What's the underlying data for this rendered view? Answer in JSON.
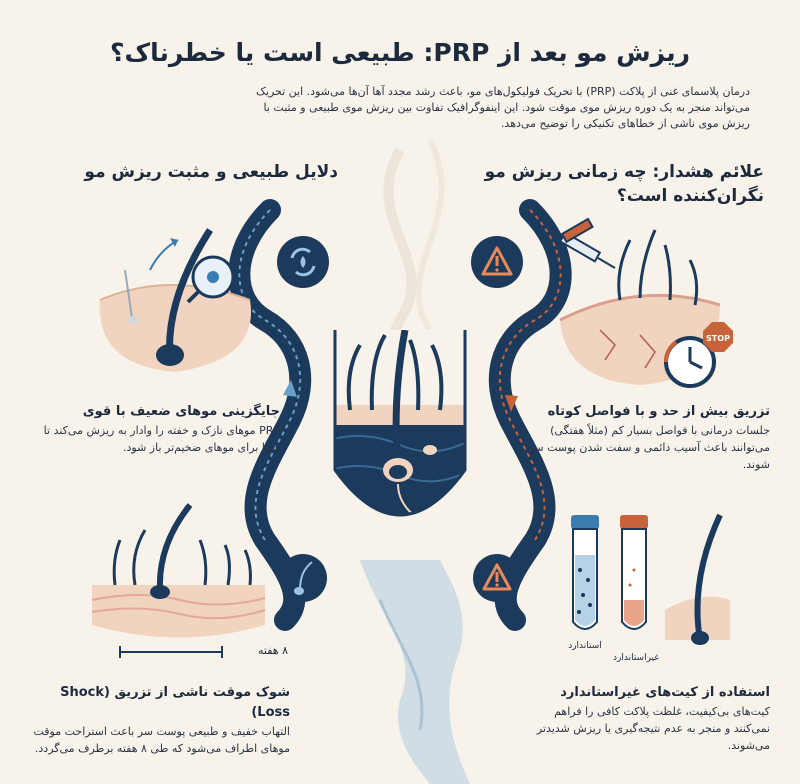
{
  "title": "ریزش مو بعد از PRP: طبیعی است یا خطرناک؟",
  "intro": "درمان پلاسمای غنی از پلاکت (PRP) با تحریک فولیکول‌های مو، باعث رشد مجدد آها آن‌ها می‌شود. این تحریک می‌تواند منجر به یک دوره ریزش موی موقت شود. این اینفوگرافیک تفاوت بین ریزش موی طبیعی و مثبت با ریزش موی ناشی از خطاهای تکنیکی را توضیح می‌دهد.",
  "right_section": {
    "heading": "علائم هشدار: چه زمانی ریزش مو نگران‌کننده است؟",
    "card1": {
      "title": "تزریق بیش از حد و با فواصل کوتاه",
      "body": "جلسات درمانی با فواصل بسیار کم (مثلاً هفتگی) می‌توانند باعث آسیب دائمی و سفت شدن پوست سر شوند."
    },
    "card2": {
      "title": "استفاده از کیت‌های غیراستاندارد",
      "body": "کیت‌های بی‌کیفیت، غلظت پلاکت کافی را فراهم نمی‌کنند و منجر به عدم نتیجه‌گیری یا ریزش شدیدتر می‌شوند."
    },
    "stop_label": "STOP",
    "tube_standard": "استاندارد",
    "tube_nonstandard": "غیراستاندارد"
  },
  "left_section": {
    "heading": "دلایل طبیعی و مثبت ریزش مو",
    "card1": {
      "title": "جایگزینی موهای ضعیف با قوی",
      "body": "PRP موهای نازک و خفته را وادار به ریزش می‌کند تا فضا برای موهای ضخیم‌تر باز شود."
    },
    "card2": {
      "title": "شوک موقت ناشی از تزریق (Shock Loss)",
      "body": "التهاب خفیف و طبیعی پوست سر باعث استراحت موقت موهای اطراف می‌شود که طی ۸ هفته برطرف می‌گردد."
    },
    "timeline_label": "۸ هفته"
  },
  "colors": {
    "navy": "#1b3a5c",
    "orange": "#c8623a",
    "skin": "#f1d4c0",
    "background": "#f7f2ea"
  }
}
